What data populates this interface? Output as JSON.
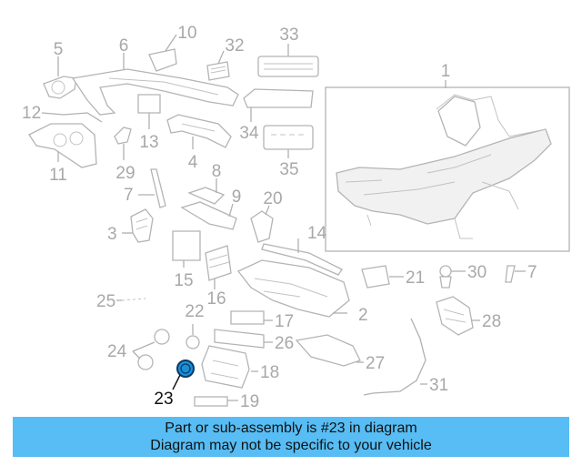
{
  "diagram": {
    "highlighted_part": "23",
    "labels": [
      "1",
      "2",
      "3",
      "4",
      "5",
      "6",
      "7",
      "7",
      "8",
      "9",
      "10",
      "11",
      "12",
      "13",
      "14",
      "15",
      "16",
      "17",
      "18",
      "19",
      "20",
      "21",
      "22",
      "23",
      "24",
      "25",
      "26",
      "27",
      "28",
      "29",
      "30",
      "31",
      "32",
      "33",
      "34",
      "35"
    ]
  },
  "banner": {
    "line1": "Part or sub-assembly is #23 in diagram",
    "line2": "Diagram may not be specific to your vehicle"
  },
  "colors": {
    "banner_bg": "#57bdf4",
    "highlight": "#1a8fd8",
    "part_stroke": "#b4b4b4"
  }
}
